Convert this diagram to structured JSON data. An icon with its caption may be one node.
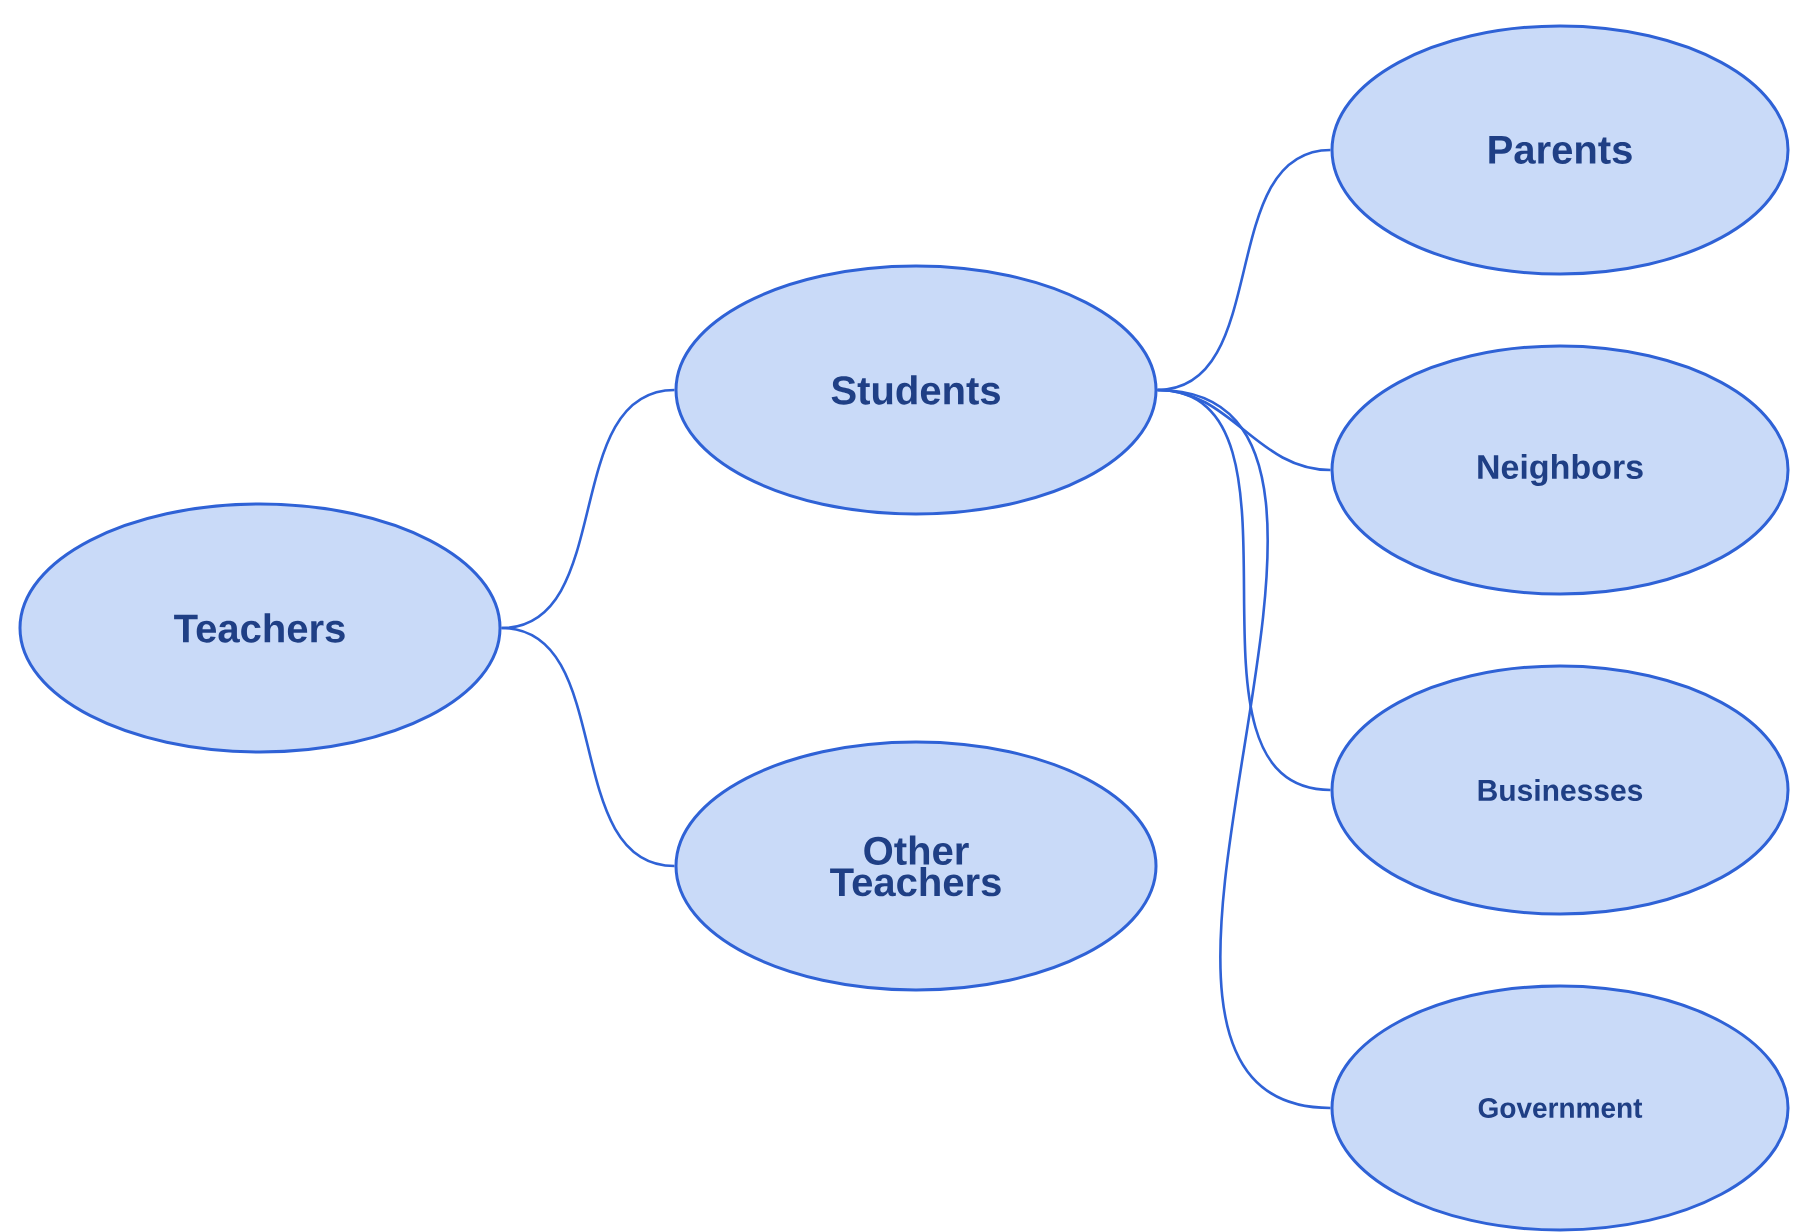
{
  "diagram": {
    "nodes": [
      {
        "text": [
          "Teachers"
        ]
      },
      {
        "text": [
          "Students"
        ]
      },
      {
        "text": [
          "Other Teachers"
        ]
      },
      {
        "text": [
          "Parents"
        ]
      },
      {
        "text": [
          "Neighbors"
        ]
      },
      {
        "text": [
          "Businesses"
        ]
      },
      {
        "text": [
          "Government"
        ]
      }
    ],
    "edges": [
      {
        "from": 0,
        "to": 1,
        "arrow": "none"
      },
      {
        "from": 0,
        "to": 2,
        "arrow": "none"
      },
      {
        "from": 1,
        "to": 3,
        "arrow": "none"
      },
      {
        "from": 1,
        "to": 4,
        "arrow": "none"
      },
      {
        "from": 1,
        "to": 5,
        "arrow": "none"
      },
      {
        "from": 1,
        "to": 6,
        "arrow": "none"
      }
    ]
  }
}
